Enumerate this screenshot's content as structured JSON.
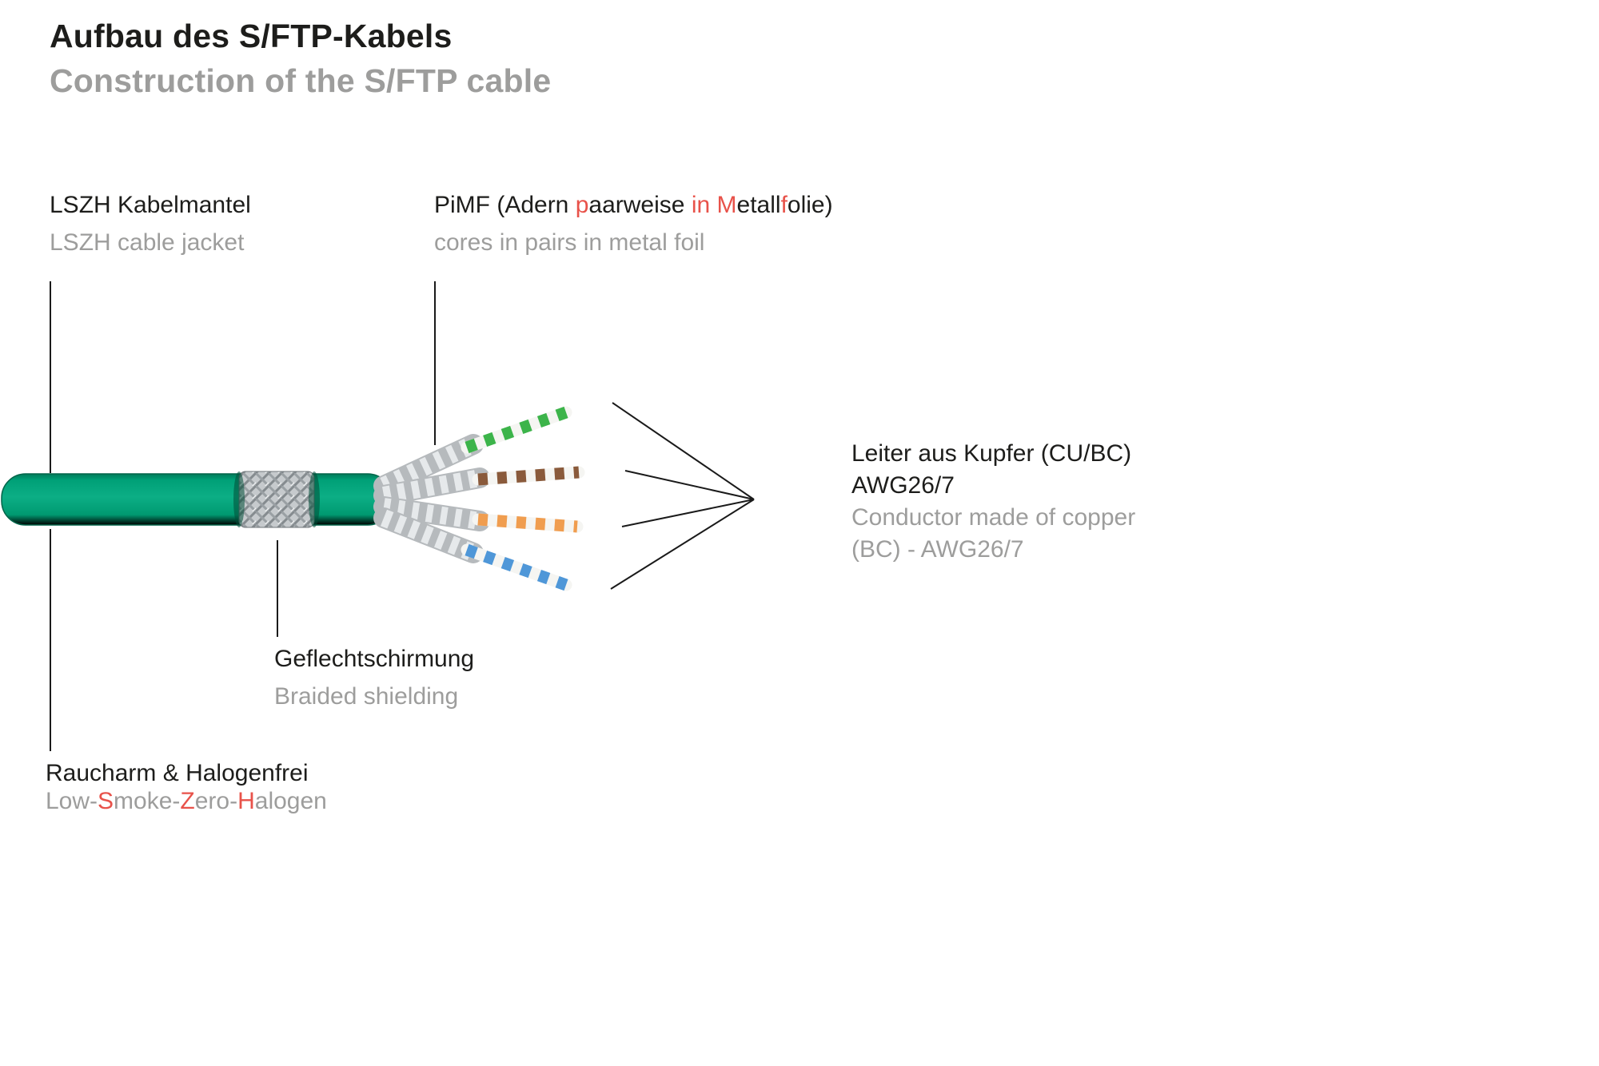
{
  "title": "Aufbau des S/FTP-Kabels",
  "subtitle": "Construction of the S/FTP cable",
  "labels": {
    "jacket_de": "LSZH Kabelmantel",
    "jacket_en": "LSZH cable jacket",
    "pimf_de_parts": [
      {
        "t": "PiMF (Adern "
      },
      {
        "t": "p",
        "red": true
      },
      {
        "t": "aarweise "
      },
      {
        "t": "in",
        "red": true
      },
      {
        "t": " "
      },
      {
        "t": "M",
        "red": true
      },
      {
        "t": "etall"
      },
      {
        "t": "f",
        "red": true
      },
      {
        "t": "olie)"
      }
    ],
    "pimf_en": "cores in pairs in metal foil",
    "braid_de": "Geflechtschirmung",
    "braid_en": "Braided shielding",
    "halogen_de": "Raucharm & Halogenfrei",
    "halogen_en_parts": [
      {
        "t": "Low-"
      },
      {
        "t": "S",
        "red": true
      },
      {
        "t": "moke-"
      },
      {
        "t": "Z",
        "red": true
      },
      {
        "t": "ero-"
      },
      {
        "t": "H",
        "red": true
      },
      {
        "t": "alogen"
      }
    ],
    "conductor_de_line1": "Leiter aus Kupfer (CU/BC)",
    "conductor_de_line2": "AWG26/7",
    "conductor_en_line1": "Conductor made of copper",
    "conductor_en_line2": "(BC) - AWG26/7"
  },
  "colors": {
    "text-dark": "#1d1d1b",
    "text-gray": "#9d9d9c",
    "accent-red": "#e8524a",
    "cable-green": "#00a27a",
    "cable-green-dark": "#006c4f",
    "foil-silver": "#bfc3c6",
    "foil-light": "#e7eaec",
    "wire-green": "#3cb44a",
    "wire-brown": "#8a5a3b",
    "wire-orange": "#f09d4f",
    "wire-blue": "#4f97d8",
    "line-black": "#1a1a1a"
  }
}
